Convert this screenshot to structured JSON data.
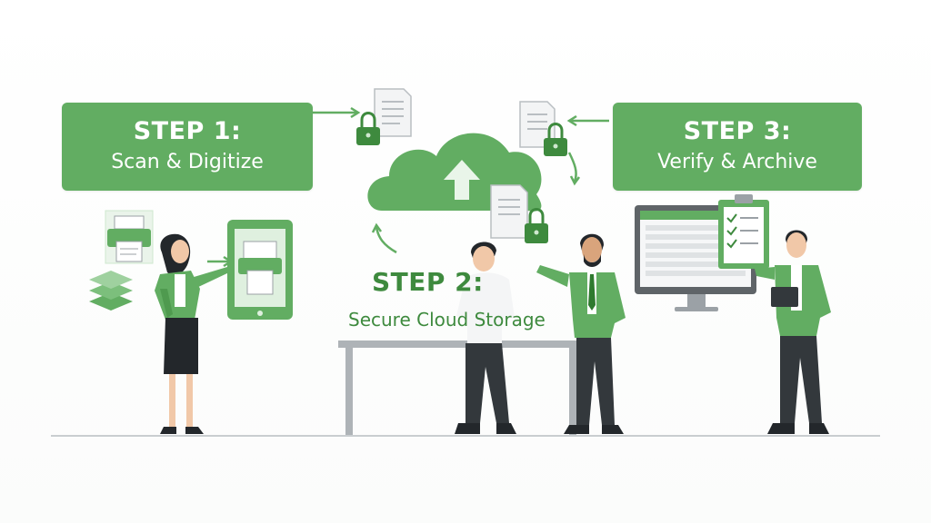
{
  "steps": [
    {
      "title": "STEP 1:",
      "subtitle": "Scan & Digitize"
    },
    {
      "title": "STEP 2:",
      "subtitle": "Secure Cloud Storage"
    },
    {
      "title": "STEP 3:",
      "subtitle": "Verify & Archive"
    }
  ],
  "colors": {
    "primary_green": "#62ad62",
    "dark_green": "#3e8a3e",
    "light_green": "#cfe8cf",
    "gray": "#9ba1a6",
    "dark": "#2f3337"
  },
  "icons": [
    "printer-icon",
    "document-stack-icon",
    "tablet-scan-icon",
    "cloud-upload-icon",
    "padlock-icon",
    "document-icon",
    "monitor-spreadsheet-icon",
    "clipboard-checklist-icon",
    "arrow-icon"
  ]
}
